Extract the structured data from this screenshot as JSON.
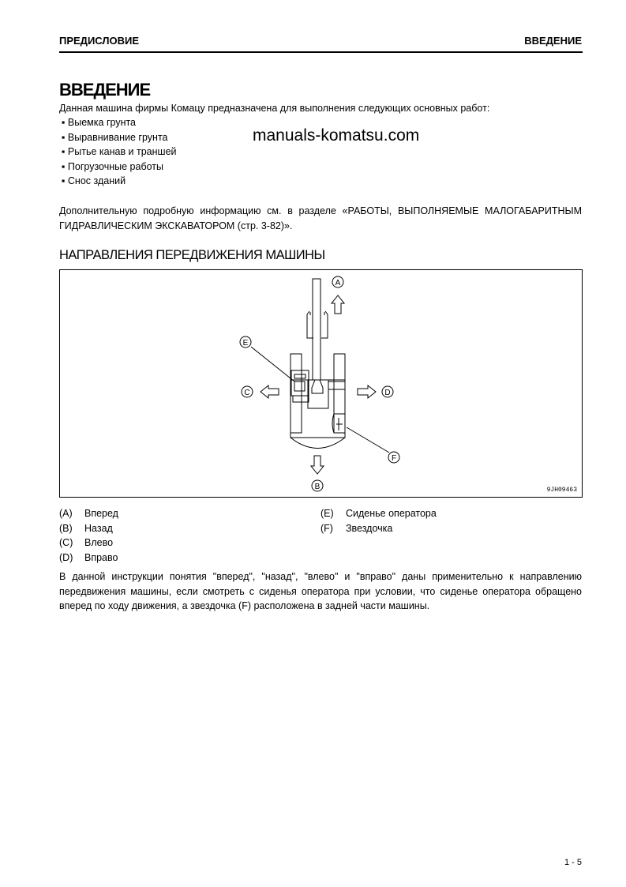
{
  "header": {
    "left": "ПРЕДИСЛОВИЕ",
    "right": "ВВЕДЕНИЕ"
  },
  "title": "ВВЕДЕНИЕ",
  "intro": "Данная машина фирмы Комацу предназначена для выполнения следующих основных работ:",
  "bullets": [
    "Выемка грунта",
    "Выравнивание грунта",
    "Рытье канав и траншей",
    "Погрузочные работы",
    "Снос зданий"
  ],
  "watermark": "manuals-komatsu.com",
  "more_info": "Дополнительную подробную информацию см. в разделе «РАБОТЫ, ВЫПОЛНЯЕМЫЕ МАЛОГАБАРИТНЫМ ГИДРАВЛИЧЕСКИМ ЭКСКАВАТОРОМ (стр. 3-82)».",
  "section_title": "НАПРАВЛЕНИЯ ПЕРЕДВИЖЕНИЯ МАШИНЫ",
  "figure": {
    "id": "9JH09463",
    "labels": [
      "A",
      "B",
      "C",
      "D",
      "E",
      "F"
    ]
  },
  "legend": [
    {
      "key": "(A)",
      "text": "Вперед"
    },
    {
      "key": "(B)",
      "text": "Назад"
    },
    {
      "key": "(C)",
      "text": "Влево"
    },
    {
      "key": "(D)",
      "text": "Вправо"
    },
    {
      "key": "(E)",
      "text": "Сиденье оператора"
    },
    {
      "key": "(F)",
      "text": "Звездочка"
    }
  ],
  "explanation": "В данной инструкции понятия \"вперед\", \"назад\", \"влево\" и \"вправо\" даны применительно к направлению передвижения машины, если смотреть с сиденья оператора при условии, что сиденье оператора обращено вперед по ходу движения, а звездочка (F) расположена в задней части машины.",
  "page_number": "1 - 5"
}
